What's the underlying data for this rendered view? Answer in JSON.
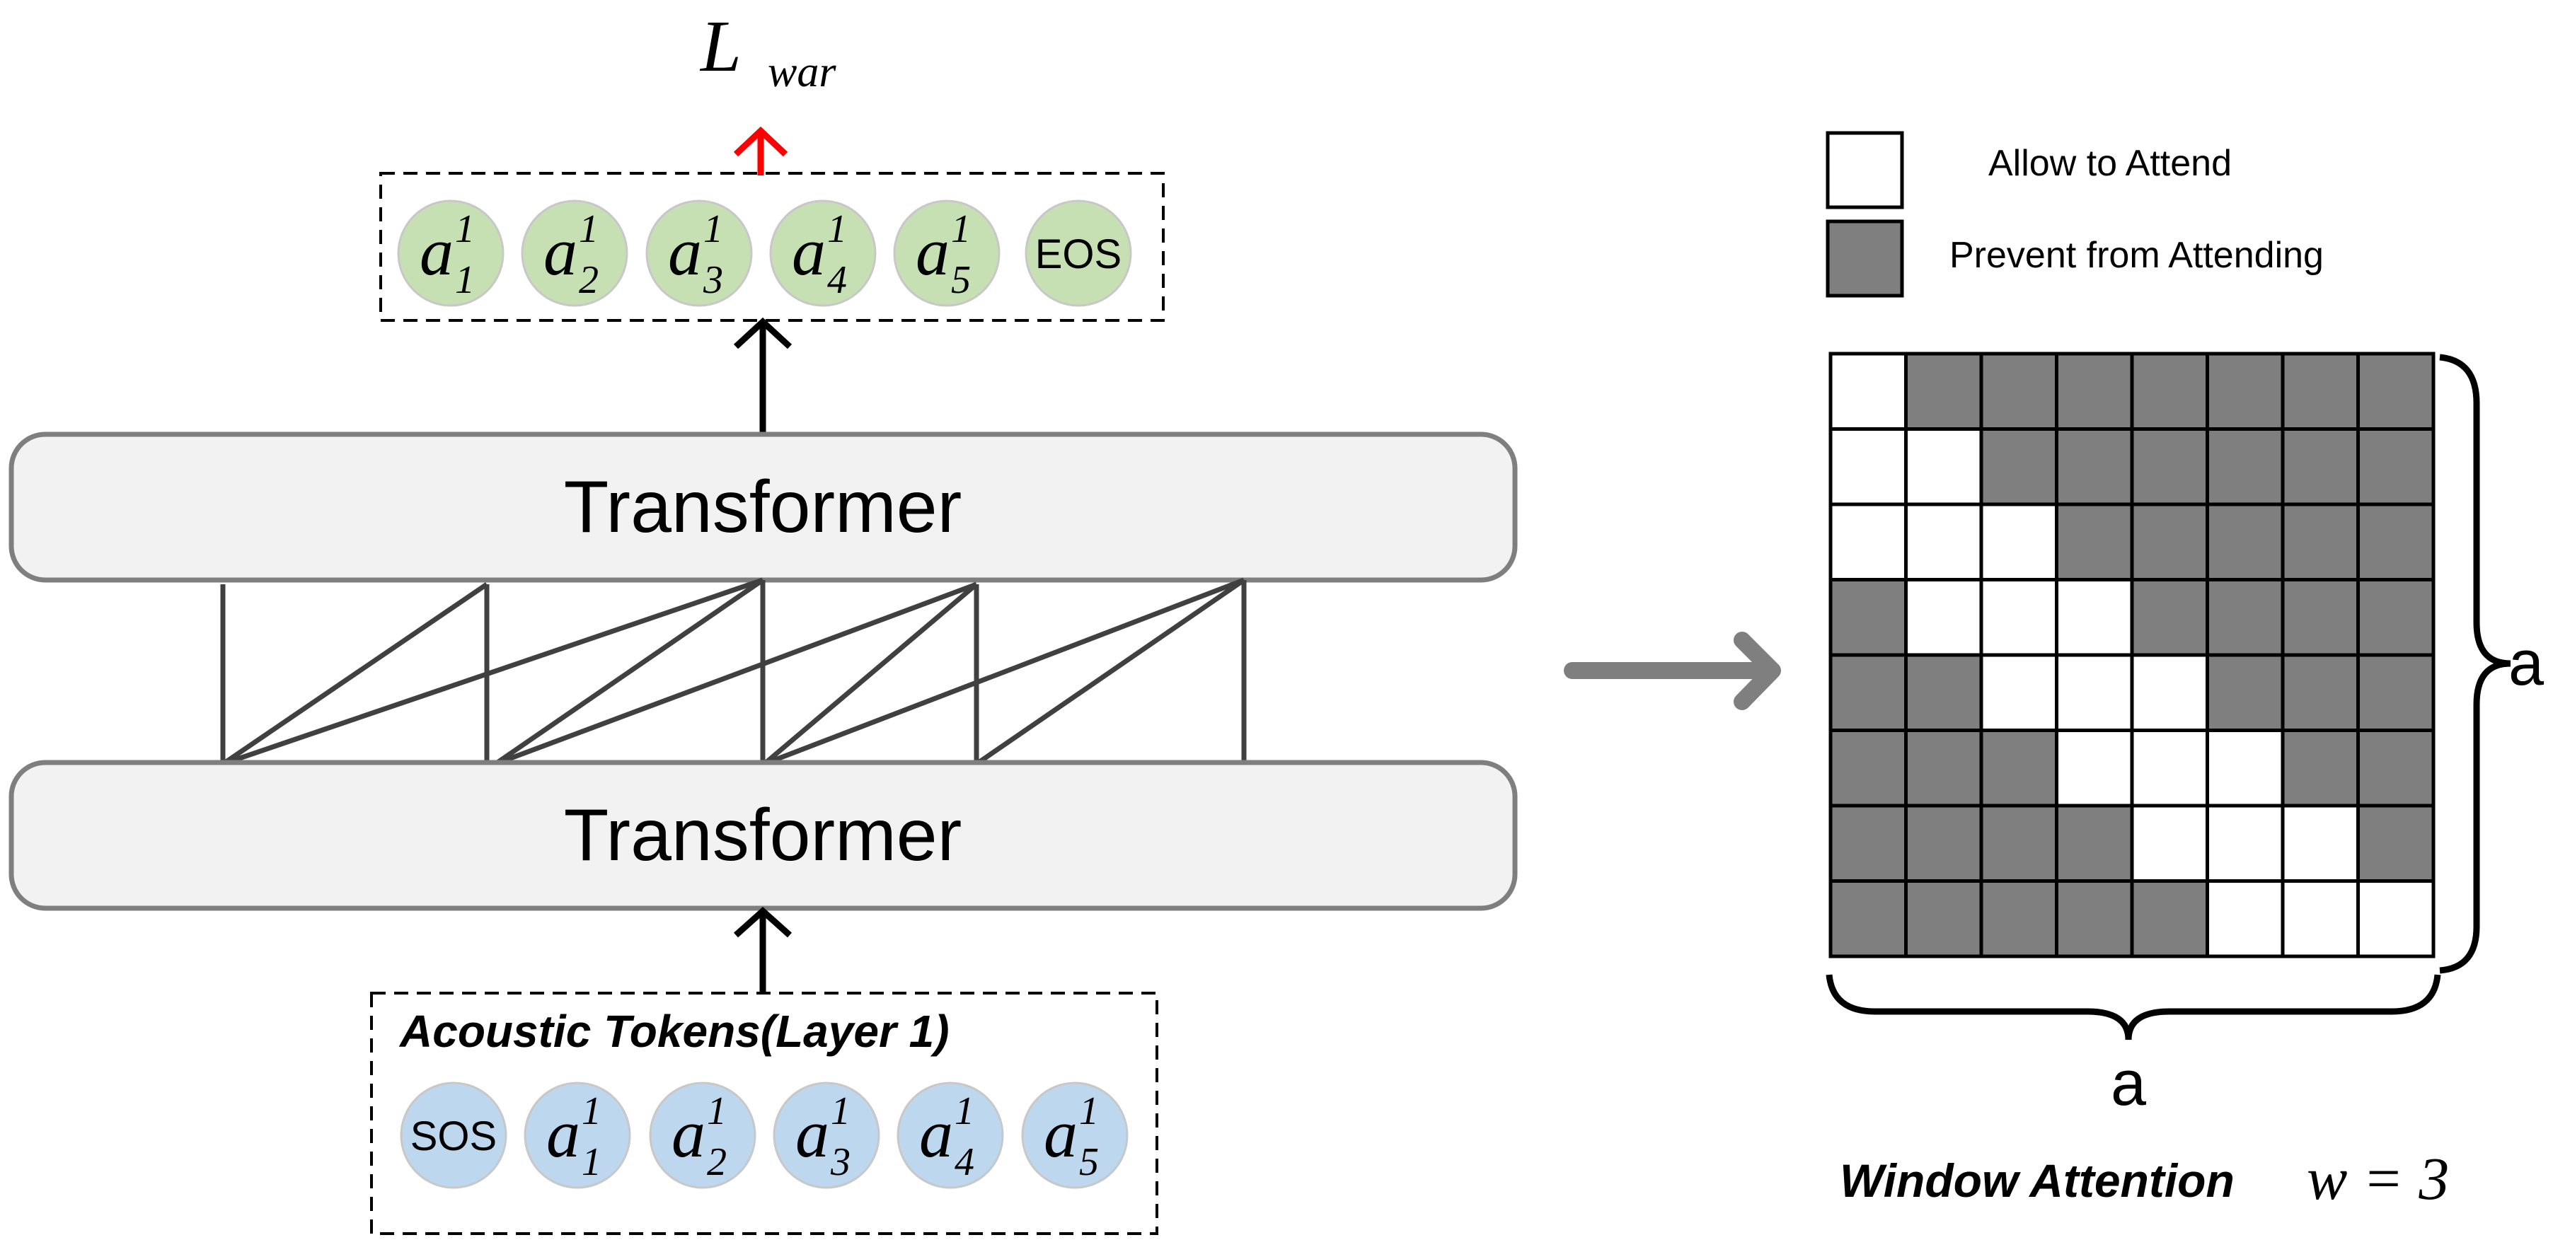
{
  "loss": {
    "symbol": "L",
    "subscript": "war"
  },
  "output_tokens": [
    {
      "kind": "sym",
      "base": "a",
      "sup": "1",
      "sub": "1"
    },
    {
      "kind": "sym",
      "base": "a",
      "sup": "1",
      "sub": "2"
    },
    {
      "kind": "sym",
      "base": "a",
      "sup": "1",
      "sub": "3"
    },
    {
      "kind": "sym",
      "base": "a",
      "sup": "1",
      "sub": "4"
    },
    {
      "kind": "sym",
      "base": "a",
      "sup": "1",
      "sub": "5"
    },
    {
      "kind": "text",
      "label": "EOS"
    }
  ],
  "transformers": {
    "top": "Transformer",
    "bottom": "Transformer"
  },
  "input": {
    "title": "Acoustic Tokens(Layer 1)",
    "tokens": [
      {
        "kind": "text",
        "label": "SOS"
      },
      {
        "kind": "sym",
        "base": "a",
        "sup": "1",
        "sub": "1"
      },
      {
        "kind": "sym",
        "base": "a",
        "sup": "1",
        "sub": "2"
      },
      {
        "kind": "sym",
        "base": "a",
        "sup": "1",
        "sub": "3"
      },
      {
        "kind": "sym",
        "base": "a",
        "sup": "1",
        "sub": "4"
      },
      {
        "kind": "sym",
        "base": "a",
        "sup": "1",
        "sub": "5"
      }
    ]
  },
  "legend": {
    "allow": "Allow to Attend",
    "prevent": "Prevent from Attending"
  },
  "matrix": {
    "rows": [
      [
        1,
        0,
        0,
        0,
        0,
        0,
        0,
        0
      ],
      [
        1,
        1,
        0,
        0,
        0,
        0,
        0,
        0
      ],
      [
        1,
        1,
        1,
        0,
        0,
        0,
        0,
        0
      ],
      [
        0,
        1,
        1,
        1,
        0,
        0,
        0,
        0
      ],
      [
        0,
        0,
        1,
        1,
        1,
        0,
        0,
        0
      ],
      [
        0,
        0,
        0,
        1,
        1,
        1,
        0,
        0
      ],
      [
        0,
        0,
        0,
        0,
        1,
        1,
        1,
        0
      ],
      [
        0,
        0,
        0,
        0,
        0,
        1,
        1,
        1
      ]
    ],
    "side_label": "a",
    "bottom_label": "a"
  },
  "caption": {
    "text": "Window Attention",
    "formula": "w = 3"
  },
  "colors": {
    "output_token_fill": "#c6e0b4",
    "input_token_fill": "#bdd7ee",
    "transformer_fill": "#f2f2f2",
    "transformer_stroke": "#7f7f7f",
    "prevent_cell": "#7f7f7f",
    "allow_cell": "#ffffff",
    "loss_arrow": "#ff0000",
    "big_arrow": "#7f7f7f"
  }
}
